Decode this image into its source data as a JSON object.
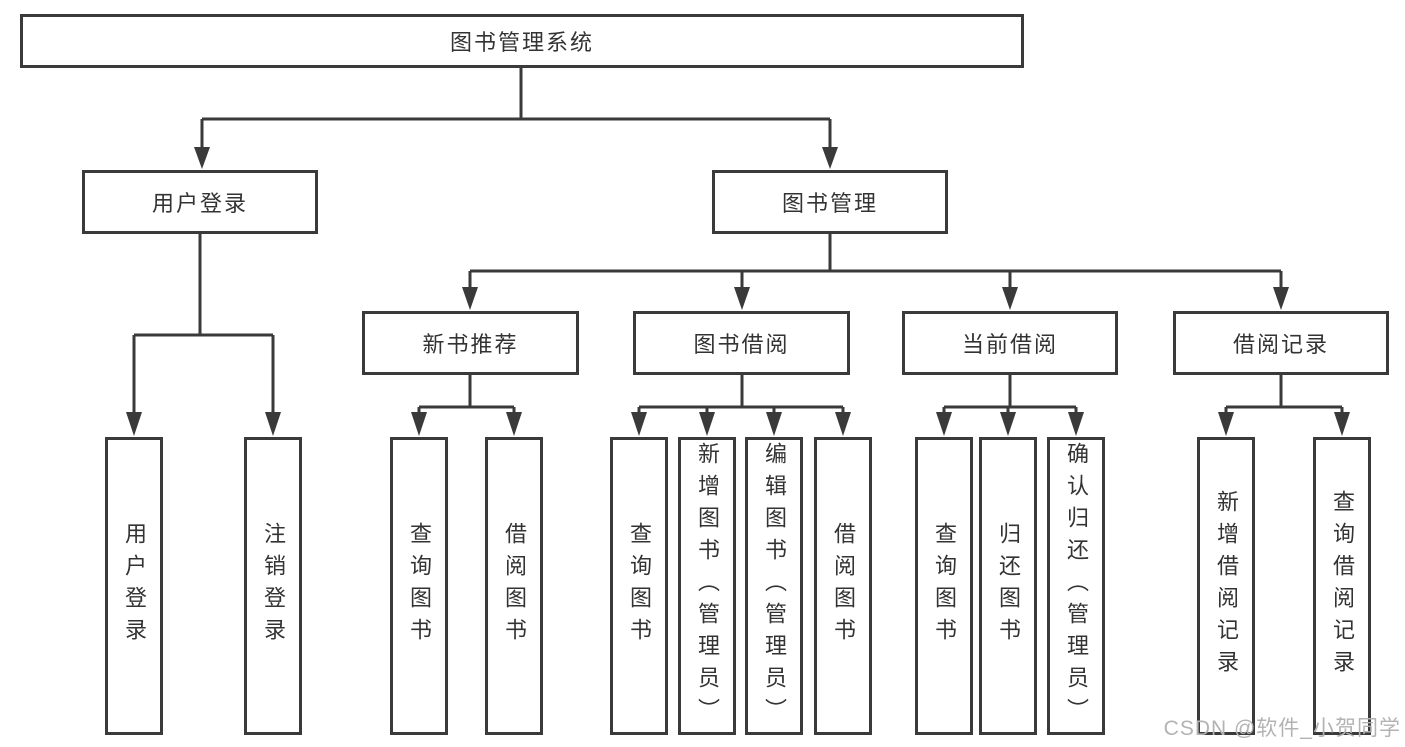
{
  "tree": {
    "root": {
      "label": "图书管理系统"
    },
    "level2": [
      {
        "label": "用户登录",
        "children": [
          {
            "label": "用户登录"
          },
          {
            "label": "注销登录"
          }
        ]
      },
      {
        "label": "图书管理",
        "children": [
          {
            "label": "新书推荐",
            "children": [
              {
                "label": "查询图书"
              },
              {
                "label": "借阅图书"
              }
            ]
          },
          {
            "label": "图书借阅",
            "children": [
              {
                "label": "查询图书"
              },
              {
                "label": "新增图书（管理员）"
              },
              {
                "label": "编辑图书（管理员）"
              },
              {
                "label": "借阅图书"
              }
            ]
          },
          {
            "label": "当前借阅",
            "children": [
              {
                "label": "查询图书"
              },
              {
                "label": "归还图书"
              },
              {
                "label": "确认归还（管理员）"
              }
            ]
          },
          {
            "label": "借阅记录",
            "children": [
              {
                "label": "新增借阅记录"
              },
              {
                "label": "查询借阅记录"
              }
            ]
          }
        ]
      }
    ]
  },
  "watermark": {
    "text": "CSDN @软件_小贺同学"
  },
  "colors": {
    "line": "#3a3a3a",
    "text": "#333333",
    "watermark": "#b3b3b3",
    "background": "#ffffff"
  }
}
